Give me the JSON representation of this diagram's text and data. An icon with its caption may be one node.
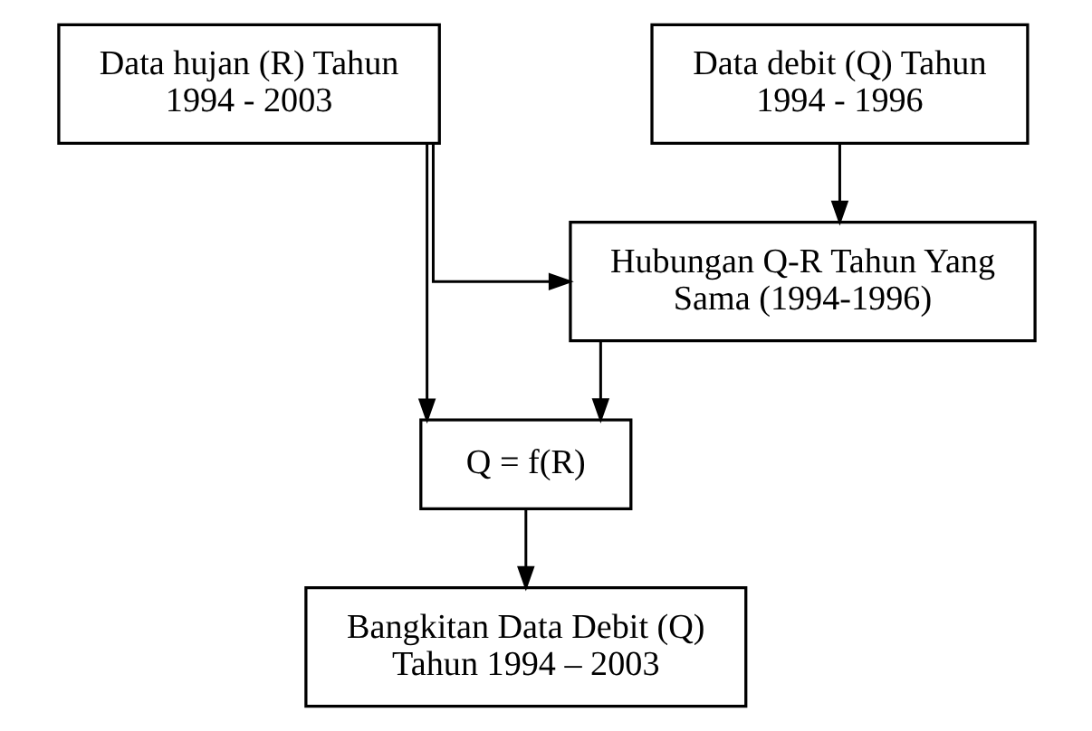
{
  "diagram": {
    "nodes": [
      {
        "text": [
          "Data hujan (R) Tahun 1994 - 2003"
        ]
      },
      {
        "text": [
          "Data debit (Q) Tahun 1994 - 1996"
        ]
      },
      {
        "text": [
          "Hubungan Q-R Tahun Yang Sama (1994-1996)"
        ]
      },
      {
        "text": [
          "Q = f(R)"
        ]
      },
      {
        "text": [
          "Bangkitan Data Debit (Q) Tahun 1994 – 2003"
        ]
      }
    ],
    "edges": [
      {
        "from": 0,
        "to": 2,
        "arrow": "to"
      },
      {
        "from": 1,
        "to": 2,
        "arrow": "to"
      },
      {
        "from": 0,
        "to": 3,
        "arrow": "to"
      },
      {
        "from": 2,
        "to": 3,
        "arrow": "to"
      },
      {
        "from": 3,
        "to": 4,
        "arrow": "to"
      }
    ]
  }
}
